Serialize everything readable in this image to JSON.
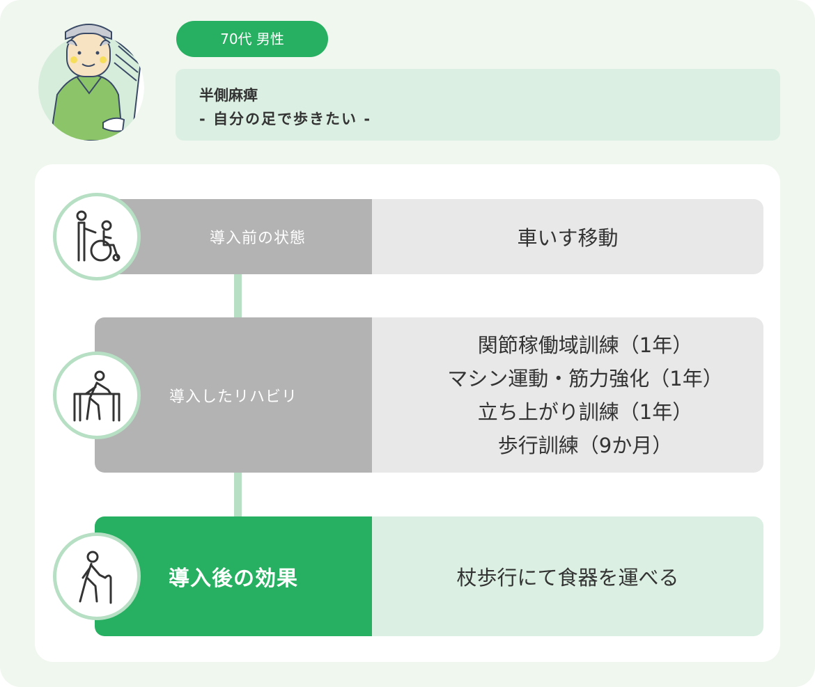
{
  "profile": {
    "tag": "70代 男性",
    "condition": "半側麻痺",
    "goal": "- 自分の足で歩きたい -"
  },
  "steps": [
    {
      "label": "導入前の状態",
      "value": "車いす移動"
    },
    {
      "label": "導入したリハビリ",
      "items": [
        "関節稼働域訓練（1年）",
        "マシン運動・筋力強化（1年）",
        "立ち上がり訓練（1年）",
        "歩行訓練（9か月）"
      ]
    },
    {
      "label": "導入後の効果",
      "value": "杖歩行にて食器を運べる"
    }
  ],
  "icons": [
    "wheelchair-assist-icon",
    "parallel-bars-walking-icon",
    "cane-walking-icon"
  ],
  "colors": {
    "green": "#28b062",
    "light_green": "#dbf0e2",
    "gray": "#b3b3b3",
    "background": "#eff7ee"
  }
}
